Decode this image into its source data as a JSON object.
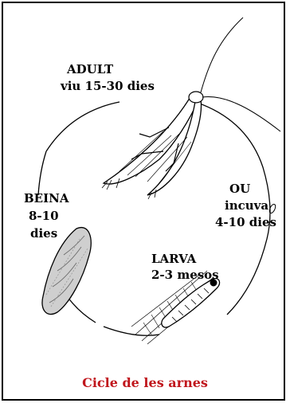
{
  "stages": {
    "adult": {
      "name": "ADULT",
      "duration": "viu 15-30 dies"
    },
    "egg": {
      "name": "OU",
      "note": "incuva",
      "duration": "4-10 dies"
    },
    "larva": {
      "name": "LARVA",
      "duration": "2-3 mesos"
    },
    "pupa": {
      "name": "BEINA",
      "duration_line1": "8-10",
      "duration_line2": "dies"
    }
  },
  "caption": "Cicle de les arnes",
  "colors": {
    "caption": "#c0161c",
    "line": "#000000",
    "background": "#ffffff"
  }
}
